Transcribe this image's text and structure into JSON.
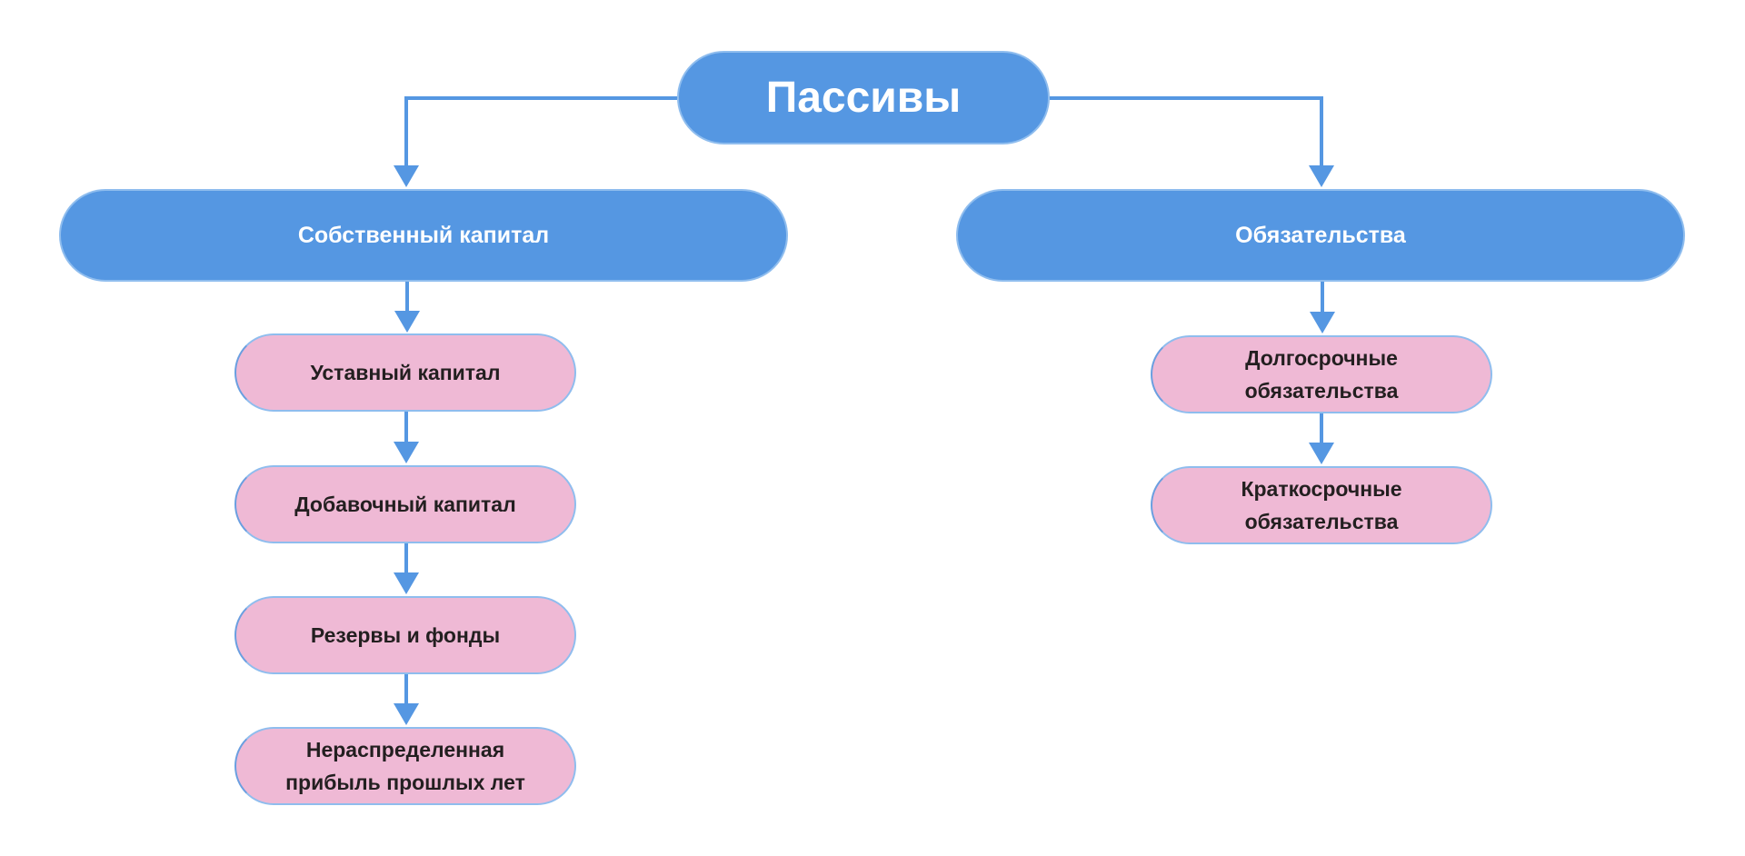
{
  "colors": {
    "blue": "#5597e2",
    "pink": "#efb9d5",
    "line": "#5597e2"
  },
  "root": {
    "label": "Пассивы"
  },
  "equity": {
    "label": "Собственный капитал",
    "children": [
      "Уставный капитал",
      "Добавочный капитал",
      "Резервы и фонды",
      "Нераспределенная прибыль прошлых лет"
    ]
  },
  "liabilities": {
    "label": "Обязательства",
    "children": [
      "Долгосрочные обязательства",
      "Краткосрочные обязательства"
    ]
  }
}
